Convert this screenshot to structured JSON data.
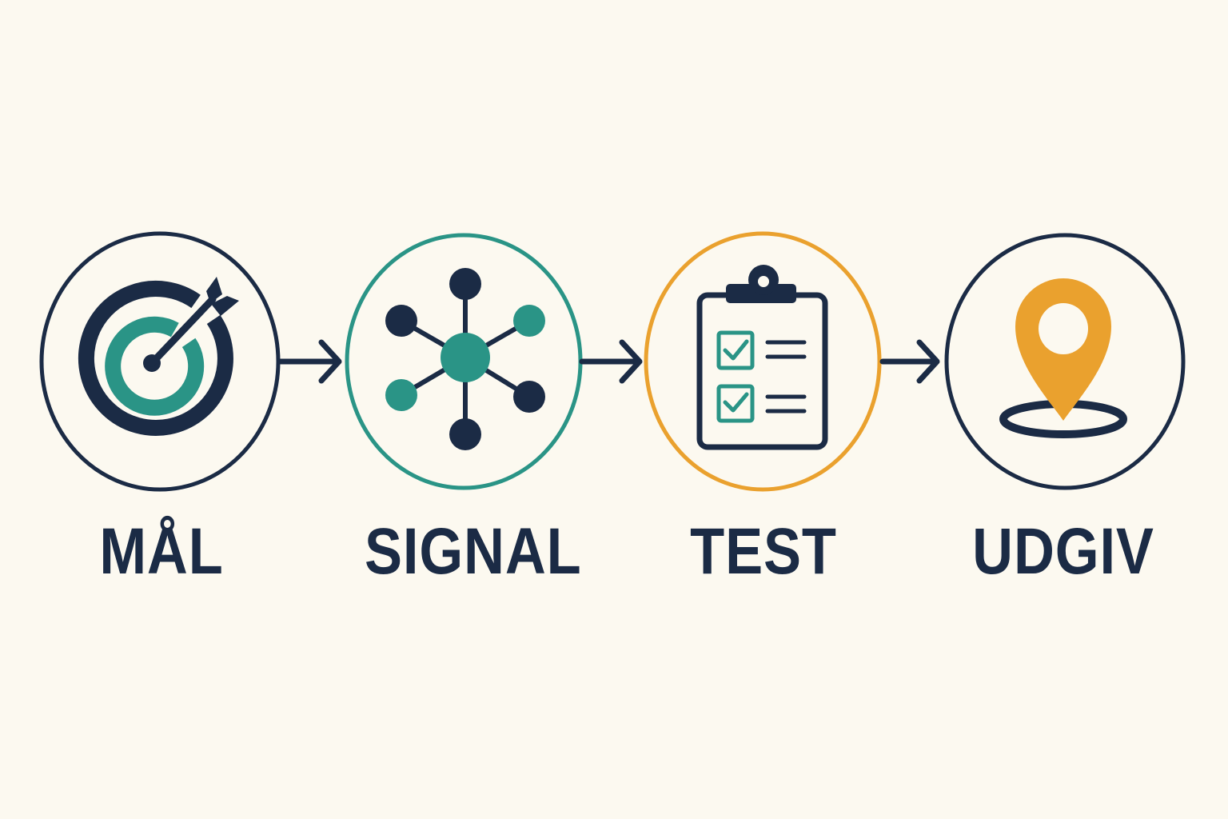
{
  "colors": {
    "background": "#fcf9f0",
    "navy": "#1b2b45",
    "teal": "#2a9486",
    "orange": "#eaa12e"
  },
  "steps": [
    {
      "label": "MÅL",
      "icon": "target-arrow-icon",
      "ring_color": "#1b2b45"
    },
    {
      "label": "SIGNAL",
      "icon": "network-hub-icon",
      "ring_color": "#2a9486"
    },
    {
      "label": "TEST",
      "icon": "clipboard-checklist-icon",
      "ring_color": "#eaa12e"
    },
    {
      "label": "UDGIV",
      "icon": "location-pin-icon",
      "ring_color": "#1b2b45"
    }
  ]
}
